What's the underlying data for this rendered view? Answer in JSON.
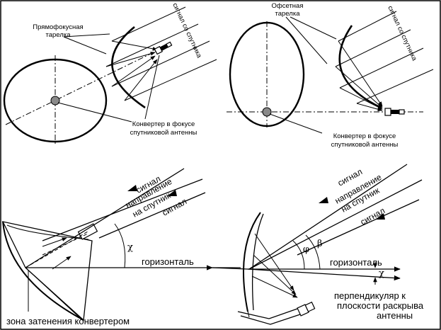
{
  "labels": {
    "prime_focus_dish": [
      "Прямофокусная",
      "тарелка"
    ],
    "signal_from_satellite": "сигнал со спутника",
    "converter_in_focus": [
      "Конвертер в фокусе",
      "спутниковой антенны"
    ],
    "offset_dish": [
      "Офсетная",
      "тарелка"
    ],
    "signal": "сигнал",
    "direction_to_satellite": [
      "направление",
      "на спутник"
    ],
    "horizontal": "горизонталь",
    "shadow_zone": "зона затенения конвертером",
    "perpendicular": [
      "перпендикуляр к",
      "плоскости раскрыва",
      "антенны"
    ],
    "angle_chi": "χ",
    "angle_phi": "φ",
    "angle_beta": "β"
  }
}
